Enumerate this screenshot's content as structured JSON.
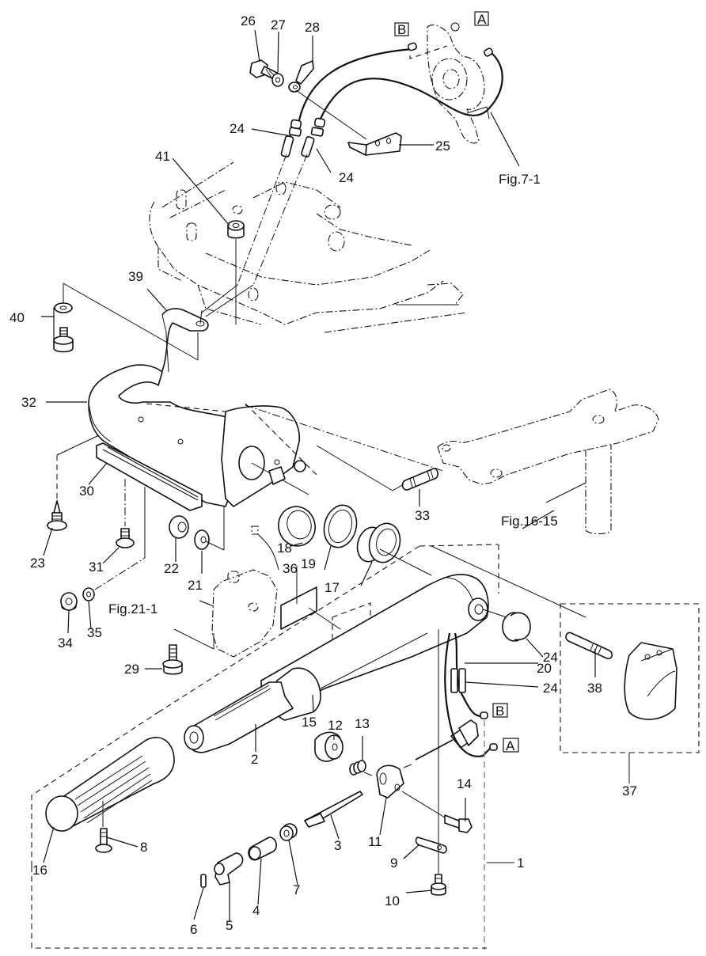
{
  "diagram": {
    "title": "Tiller handle exploded parts diagram",
    "callouts": {
      "p1": "1",
      "p2": "2",
      "p3": "3",
      "p4": "4",
      "p5": "5",
      "p6": "6",
      "p7": "7",
      "p8": "8",
      "p9": "9",
      "p10": "10",
      "p11": "11",
      "p12": "12",
      "p13": "13",
      "p14": "14",
      "p15": "15",
      "p16": "16",
      "p17": "17",
      "p18": "18",
      "p19": "19",
      "p20": "20",
      "p21": "21",
      "p22": "22",
      "p23": "23",
      "p24a": "24",
      "p24b": "24",
      "p24c": "24",
      "p24d": "24",
      "p25": "25",
      "p26": "26",
      "p27": "27",
      "p28": "28",
      "p29": "29",
      "p30": "30",
      "p31": "31",
      "p32": "32",
      "p33": "33",
      "p34": "34",
      "p35": "35",
      "p36": "36",
      "p37": "37",
      "p38": "38",
      "p39": "39",
      "p40": "40",
      "p41": "41"
    },
    "figure_refs": {
      "fig7": "Fig.7-1",
      "fig16": "Fig.16-15",
      "fig21": "Fig.21-1"
    },
    "connectors": {
      "top_a": "A",
      "top_b": "B",
      "bottom_a": "A",
      "bottom_b": "B"
    }
  }
}
